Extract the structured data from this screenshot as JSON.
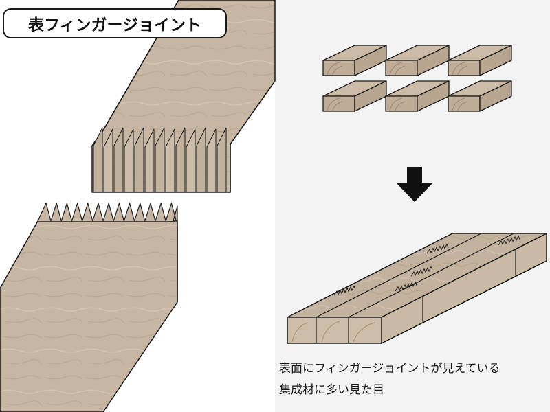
{
  "title": "表フィンガージョイント",
  "caption": {
    "line1": "表面にフィンガージョイントが見えている",
    "line2": "集成材に多い見た目"
  },
  "colors": {
    "wood": "#c6b6a3",
    "wood_dark": "#b09c86",
    "wood_light": "#d6c9b8",
    "outline": "#1a1a1a",
    "right_panel_bg": "#f3f3f3",
    "arrow": "#111111"
  },
  "icons": {
    "down_arrow": "down-arrow-icon"
  }
}
